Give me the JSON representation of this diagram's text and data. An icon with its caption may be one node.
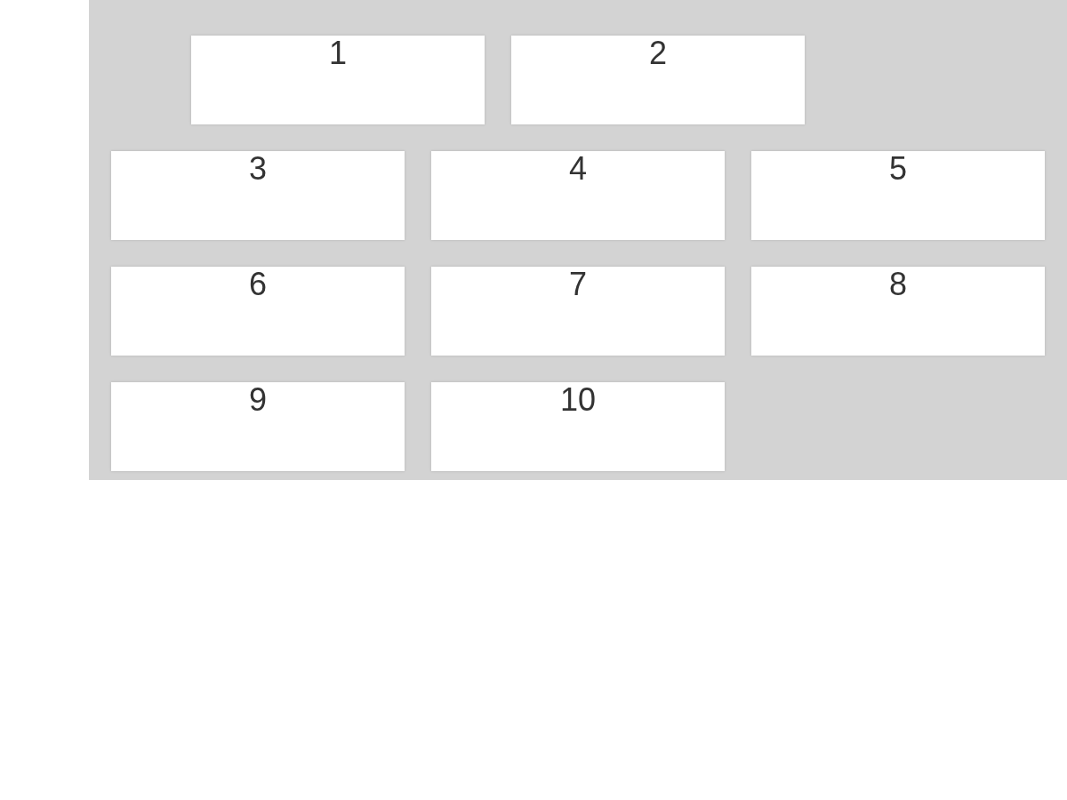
{
  "diagram": {
    "nodes": [
      {
        "text": [
          "1"
        ]
      },
      {
        "text": [
          "2"
        ]
      },
      {
        "text": [
          "3"
        ]
      },
      {
        "text": [
          "4"
        ]
      },
      {
        "text": [
          "5"
        ]
      },
      {
        "text": [
          "6"
        ]
      },
      {
        "text": [
          "7"
        ]
      },
      {
        "text": [
          "8"
        ]
      },
      {
        "text": [
          "9"
        ]
      },
      {
        "text": [
          "10"
        ]
      }
    ]
  }
}
